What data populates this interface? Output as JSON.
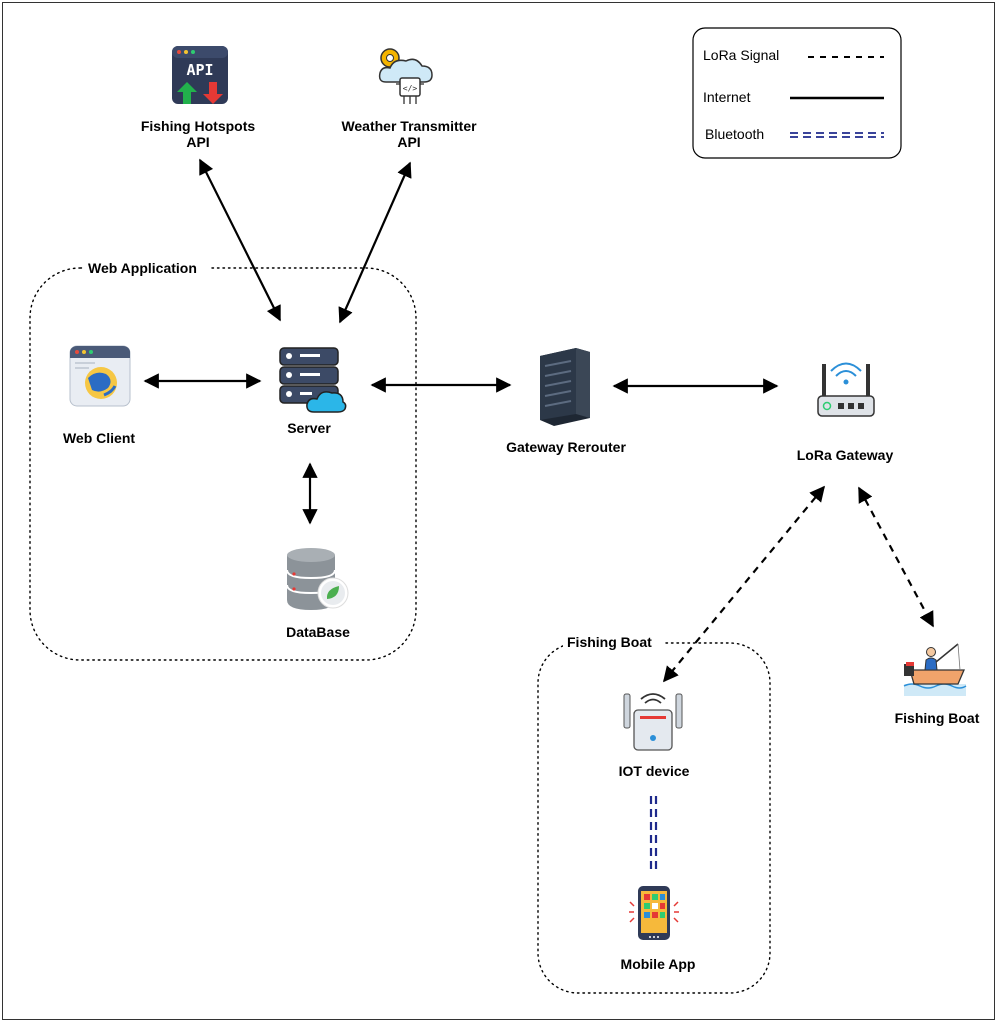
{
  "legend": {
    "lora": "LoRa Signal",
    "internet": "Internet",
    "bluetooth": "Bluetooth"
  },
  "groups": {
    "web_app": "Web Application",
    "fishing_boat": "Fishing Boat"
  },
  "nodes": {
    "hotspots_line1": "Fishing Hotspots",
    "hotspots_line2": "API",
    "weather_line1": "Weather Transmitter",
    "weather_line2": "API",
    "web_client": "Web Client",
    "server": "Server",
    "database": "DataBase",
    "gateway_rerouter": "Gateway Rerouter",
    "lora_gateway": "LoRa Gateway",
    "iot_device": "IOT device",
    "mobile_app": "Mobile App",
    "fishing_boat": "Fishing Boat"
  },
  "icon_text": {
    "api": "API"
  },
  "colors": {
    "line": "#000000",
    "bluetooth": "#1f2a8c",
    "api_up": "#22b14c",
    "api_down": "#e53935",
    "cloud": "#2bb6e8"
  }
}
